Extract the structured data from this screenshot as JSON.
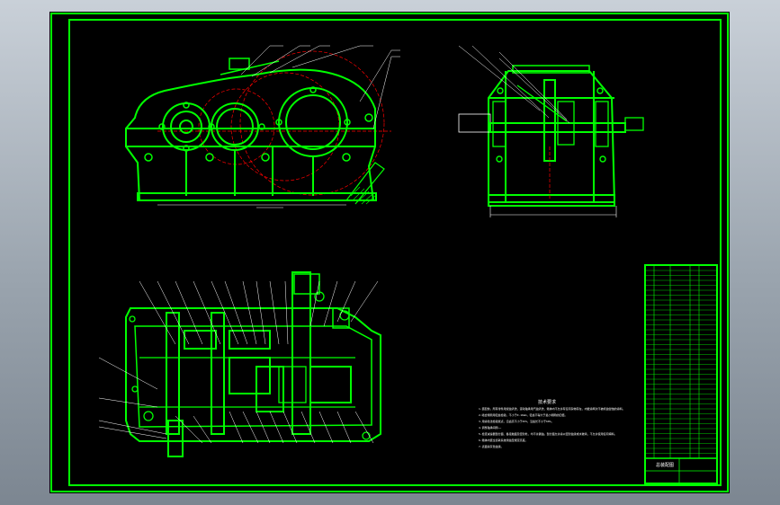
{
  "drawing": {
    "title_block": {
      "title": "总装配图"
    },
    "tech_requirements_heading": "技术要求",
    "tech_requirements_lines": [
      "1.装配前，所有零件用煤油清洗，滚动轴承用汽油清洗，箱体内不允许有任何杂物存在，内壁涂两次不被机油侵蚀的涂料。",
      "2.啮合侧隙用铅丝检验，不小于0.16mm，铅丝不得大于最小侧隙的四倍。",
      "3.用涂色法检验斑点，沿齿高不小于45%，沿齿长不小于60%。",
      "4.调整轴承间隙……",
      "5.检查减速器剖分面、各接触面及密封处，均不许漏油。剖分面允许涂以密封油漆或水玻璃，不允许使用任何填料。",
      "6.箱体内装全损耗系统用油至规定高度。",
      "7.表面涂灰色油漆。"
    ]
  },
  "colors": {
    "background": "#000000",
    "frame": "#00ff00",
    "section_line": "#ff0000",
    "annotation": "#ffffff"
  }
}
